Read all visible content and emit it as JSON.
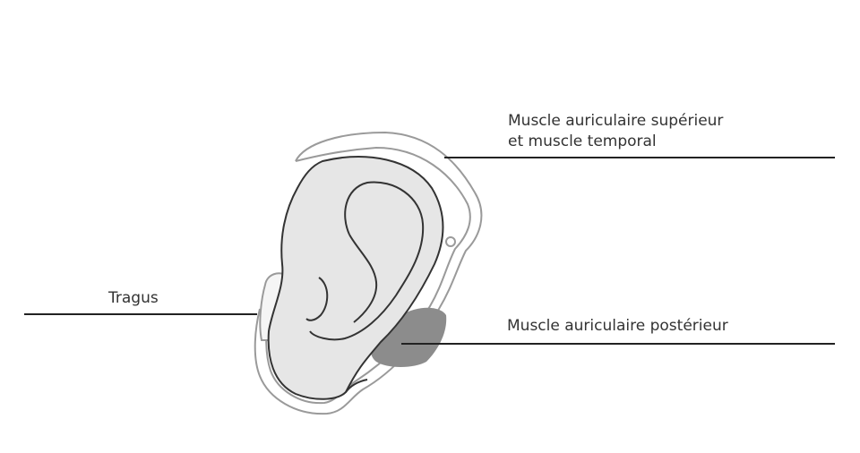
{
  "labels": {
    "superior_line1": "Muscle auriculaire supérieur",
    "superior_line2": "et muscle temporal",
    "posterior": "Muscle auriculaire postérieur",
    "tragus": "Tragus"
  },
  "colors": {
    "background": "#ffffff",
    "ear_fill": "#e6e6e6",
    "ear_outline": "#333333",
    "headband_outline": "#9a9a9a",
    "muscle_fill": "#8c8c8c",
    "leader_line": "#222222",
    "label_text": "#333333"
  }
}
